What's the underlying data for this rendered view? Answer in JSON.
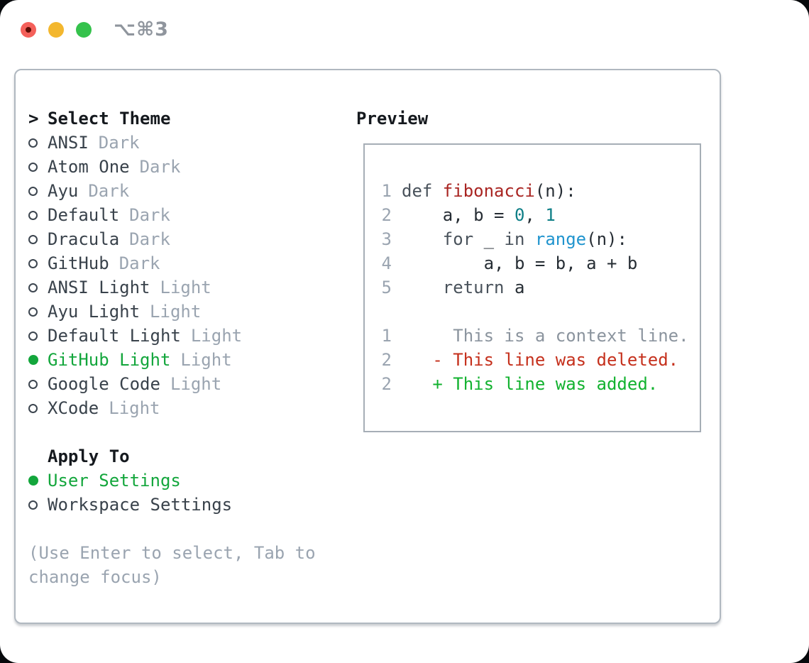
{
  "titlebar": {
    "shortcut": "⌥⌘3",
    "lights": {
      "red": "#f4605a",
      "yellow": "#f3b72e",
      "green": "#35c24c"
    },
    "red_inner_dot_color": "#5e0c04"
  },
  "colors": {
    "accent_green": "#13a63c",
    "muted_text": "#9aa4b0",
    "primary_text": "#15191e",
    "panel_border": "#b0b8c0",
    "preview_border": "#a6aeb6",
    "diff_red": "#c5301c",
    "diff_green": "#12b22f",
    "syntax_function_red": "#a92522",
    "syntax_number_teal": "#0f7f87",
    "syntax_builtin_blue": "#2094ce"
  },
  "theme_selector": {
    "prompt": ">",
    "title": "Select Theme",
    "items": [
      {
        "name": "ANSI",
        "variant": "Dark",
        "selected": false
      },
      {
        "name": "Atom One",
        "variant": "Dark",
        "selected": false
      },
      {
        "name": "Ayu",
        "variant": "Dark",
        "selected": false
      },
      {
        "name": "Default",
        "variant": "Dark",
        "selected": false
      },
      {
        "name": "Dracula",
        "variant": "Dark",
        "selected": false
      },
      {
        "name": "GitHub",
        "variant": "Dark",
        "selected": false
      },
      {
        "name": "ANSI Light",
        "variant": "Light",
        "selected": false
      },
      {
        "name": "Ayu Light",
        "variant": "Light",
        "selected": false
      },
      {
        "name": "Default Light",
        "variant": "Light",
        "selected": false
      },
      {
        "name": "GitHub Light",
        "variant": "Light",
        "selected": true
      },
      {
        "name": "Google Code",
        "variant": "Light",
        "selected": false
      },
      {
        "name": "XCode",
        "variant": "Light",
        "selected": false
      }
    ]
  },
  "apply_to": {
    "title": "Apply To",
    "options": [
      {
        "name": "User Settings",
        "selected": true
      },
      {
        "name": "Workspace Settings",
        "selected": false
      }
    ]
  },
  "hint": "(Use Enter to select, Tab to change focus)",
  "preview": {
    "title": "Preview",
    "lines": [
      {
        "no": "1",
        "segs": [
          {
            "t": "def ",
            "c": "kw"
          },
          {
            "t": "fibonacci",
            "c": "fn"
          },
          {
            "t": "(n):",
            "c": "pl"
          }
        ]
      },
      {
        "no": "2",
        "segs": [
          {
            "t": "    a, b = ",
            "c": "pl"
          },
          {
            "t": "0",
            "c": "num"
          },
          {
            "t": ", ",
            "c": "pl"
          },
          {
            "t": "1",
            "c": "num"
          }
        ]
      },
      {
        "no": "3",
        "segs": [
          {
            "t": "    ",
            "c": "pl"
          },
          {
            "t": "for",
            "c": "kw"
          },
          {
            "t": " _ ",
            "c": "pl"
          },
          {
            "t": "in",
            "c": "kw"
          },
          {
            "t": " ",
            "c": "pl"
          },
          {
            "t": "range",
            "c": "bi"
          },
          {
            "t": "(n):",
            "c": "pl"
          }
        ]
      },
      {
        "no": "4",
        "segs": [
          {
            "t": "        a, b = b, a + b",
            "c": "pl"
          }
        ]
      },
      {
        "no": "5",
        "segs": [
          {
            "t": "    ",
            "c": "pl"
          },
          {
            "t": "return",
            "c": "kw"
          },
          {
            "t": " a",
            "c": "pl"
          }
        ]
      },
      {
        "no": "",
        "segs": []
      },
      {
        "no": "1",
        "segs": [
          {
            "t": "     This is a context line.",
            "c": "ctx"
          }
        ]
      },
      {
        "no": "2",
        "segs": [
          {
            "t": "   - This line was deleted.",
            "c": "del"
          }
        ]
      },
      {
        "no": "2",
        "segs": [
          {
            "t": "   + This line was added.",
            "c": "add"
          }
        ]
      }
    ]
  }
}
